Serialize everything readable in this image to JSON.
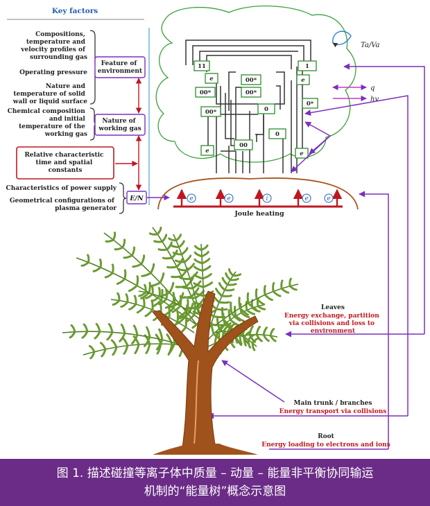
{
  "key_factors": {
    "title": "Key factors",
    "env_factors": [
      [
        "Compositions,",
        "temperature and",
        "velocity profiles of",
        "surrounding gas"
      ],
      [
        "Operating pressure"
      ],
      [
        "Nature and",
        "temperature of solid",
        "wall or liquid surface"
      ]
    ],
    "env_box": [
      "Feature of",
      "environment"
    ],
    "gas_factor": [
      "Chemical composition",
      "and initial",
      "temperature of the",
      "working gas"
    ],
    "gas_box": [
      "Nature of",
      "working gas"
    ],
    "time_box": [
      "Relative characteristic",
      "time and spatial",
      "constants"
    ],
    "power_factors": [
      [
        "Characteristics of power supply"
      ],
      [
        "Geometrical configurations of",
        "plasma generator"
      ]
    ],
    "en_box": "E/N"
  },
  "canopy": {
    "nodes": [
      "11",
      "e",
      "00*",
      "00*",
      "00*",
      "00*",
      "0",
      "0",
      "00",
      "e",
      "1",
      "e",
      "0*",
      "e"
    ],
    "tv_label": "Ta/Va",
    "q_label": "q",
    "hv_label": "hv"
  },
  "heating": {
    "particles": [
      "e",
      "e",
      "i",
      "e",
      "e"
    ],
    "label": "Joule heating"
  },
  "tree_labels": {
    "leaves_title": "Leaves",
    "leaves_desc": [
      "Energy exchange, partition",
      "via collisions and loss to",
      "environment"
    ],
    "trunk_title": "Main trunk / branches",
    "trunk_desc": "Energy transport via collisions",
    "root_title": "Root",
    "root_desc": "Energy loading to electrons and ions"
  },
  "caption": {
    "line1": "图 1. 描述碰撞等离子体中质量 – 动量 – 能量非平衡协同输运",
    "line2": "机制的“能量树”概念示意图"
  },
  "colors": {
    "purple": "#7b2fbe",
    "red": "#c0171f",
    "blue_text": "#1f5fb0",
    "green_cloud": "#3aa13a",
    "brown": "#8b4a1c",
    "leaf_green": "#5f8f2a",
    "caption_bg": "#6a2c86"
  }
}
